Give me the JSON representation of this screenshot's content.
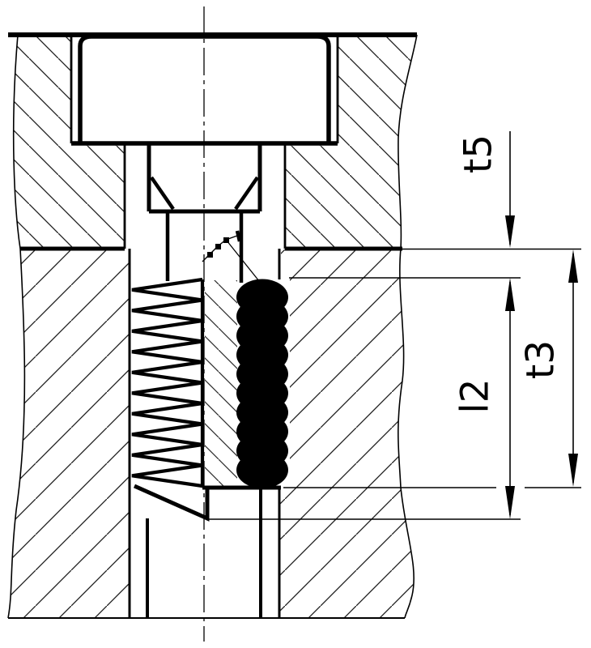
{
  "diagram": {
    "type": "engineering-section-drawing",
    "background": "#ffffff",
    "line_color": "#000000",
    "description_labels": {
      "t5": "t5",
      "t3": "t3",
      "l2": "l2"
    }
  }
}
